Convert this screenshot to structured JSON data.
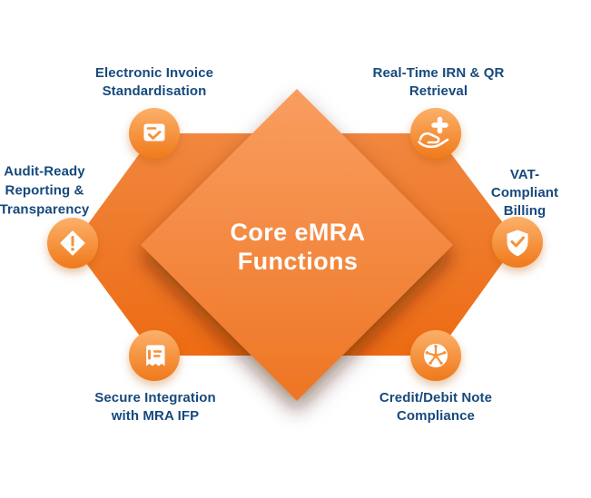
{
  "title": {
    "text": "Core eMRA\nFunctions"
  },
  "nodes": [
    {
      "id": "electronic-invoice",
      "label": "Electronic Invoice\nStandardisation",
      "icon": "card-check-icon"
    },
    {
      "id": "realtime-irn-qr",
      "label": "Real-Time IRN & QR\nRetrieval",
      "icon": "hand-plus-icon"
    },
    {
      "id": "audit-ready",
      "label": "Audit-Ready\nReporting &\nTransparency",
      "icon": "alert-diamond-icon"
    },
    {
      "id": "vat-billing",
      "label": "VAT-Compliant\nBilling",
      "icon": "shield-check-icon"
    },
    {
      "id": "secure-integration",
      "label": "Secure Integration\nwith MRA IFP",
      "icon": "receipt-icon"
    },
    {
      "id": "credit-debit-note",
      "label": "Credit/Debit Note\nCompliance",
      "icon": "hub-wheel-icon"
    }
  ],
  "colors": {
    "label_text": "#17497D",
    "title_text": "#FFFFFF",
    "hexagon_top": "#F1873F",
    "hexagon_bottom": "#ED6B13",
    "diamond_top": "#F99E60",
    "diamond_bottom": "#EE7524",
    "circle_top": "#FBB06A",
    "circle_bottom": "#F0791A",
    "icon_white": "#FFFFFF",
    "icon_detail": "#F6913A"
  }
}
